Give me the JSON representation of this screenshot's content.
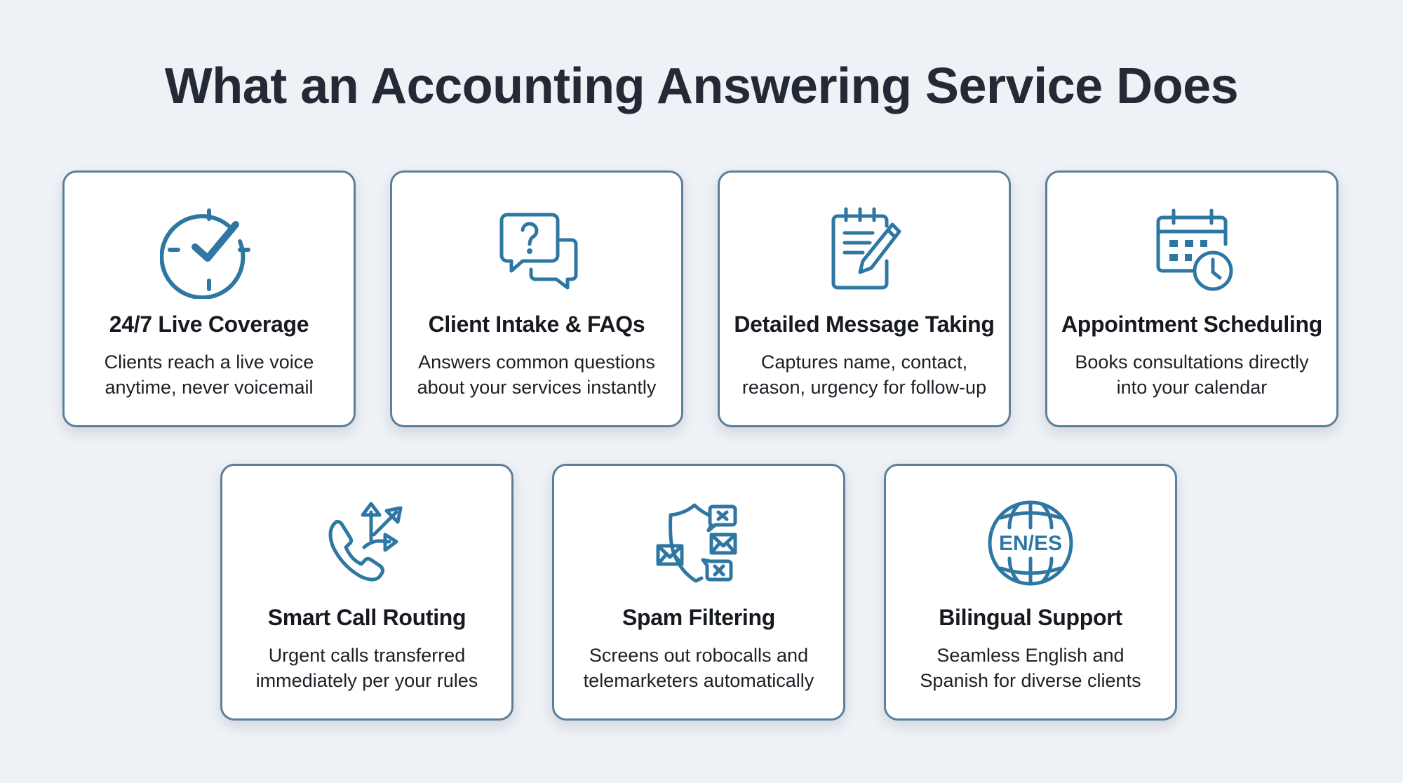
{
  "header": {
    "title": "What an Accounting Answering Service Does"
  },
  "colors": {
    "accent": "#2f77a3",
    "card_border": "#5d7f9b",
    "background": "#eef1f5",
    "title": "#232a36"
  },
  "cards": [
    {
      "icon": "clock-check-icon",
      "title": "24/7 Live Coverage",
      "desc_line1": "Clients reach a live voice",
      "desc_line2": "anytime, never voicemail"
    },
    {
      "icon": "chat-question-icon",
      "title": "Client Intake & FAQs",
      "desc_line1": "Answers common questions",
      "desc_line2": "about your services instantly"
    },
    {
      "icon": "notepad-pencil-icon",
      "title": "Detailed Message Taking",
      "desc_line1": "Captures name, contact,",
      "desc_line2": "reason, urgency for follow-up"
    },
    {
      "icon": "calendar-clock-icon",
      "title": "Appointment Scheduling",
      "desc_line1": "Books consultations directly",
      "desc_line2": "into your calendar"
    },
    {
      "icon": "phone-routing-icon",
      "title": "Smart Call Routing",
      "desc_line1": "Urgent calls transferred",
      "desc_line2": "immediately per your rules"
    },
    {
      "icon": "shield-spam-icon",
      "title": "Spam Filtering",
      "desc_line1": "Screens out robocalls and",
      "desc_line2": "telemarketers automatically"
    },
    {
      "icon": "globe-language-icon",
      "title": "Bilingual Support",
      "desc_line1": "Seamless English and",
      "desc_line2": "Spanish for diverse clients",
      "icon_label": "EN/ES"
    }
  ]
}
